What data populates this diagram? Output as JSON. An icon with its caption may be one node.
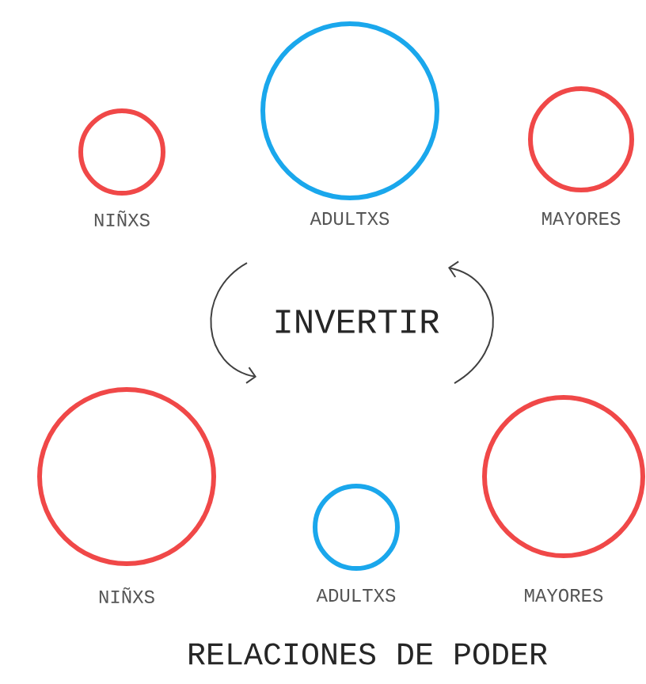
{
  "diagram": {
    "caption": "RELACIONES DE PODER",
    "nodes": [
      {
        "text": [
          "NIÑXS"
        ]
      },
      {
        "text": [
          "ADULTXS"
        ]
      },
      {
        "text": [
          "MAYORES"
        ]
      },
      {
        "text": [
          "NIÑXS"
        ]
      },
      {
        "text": [
          "ADULTXS"
        ]
      },
      {
        "text": [
          "MAYORES"
        ]
      }
    ],
    "labels": [
      "INVERTIR"
    ]
  }
}
